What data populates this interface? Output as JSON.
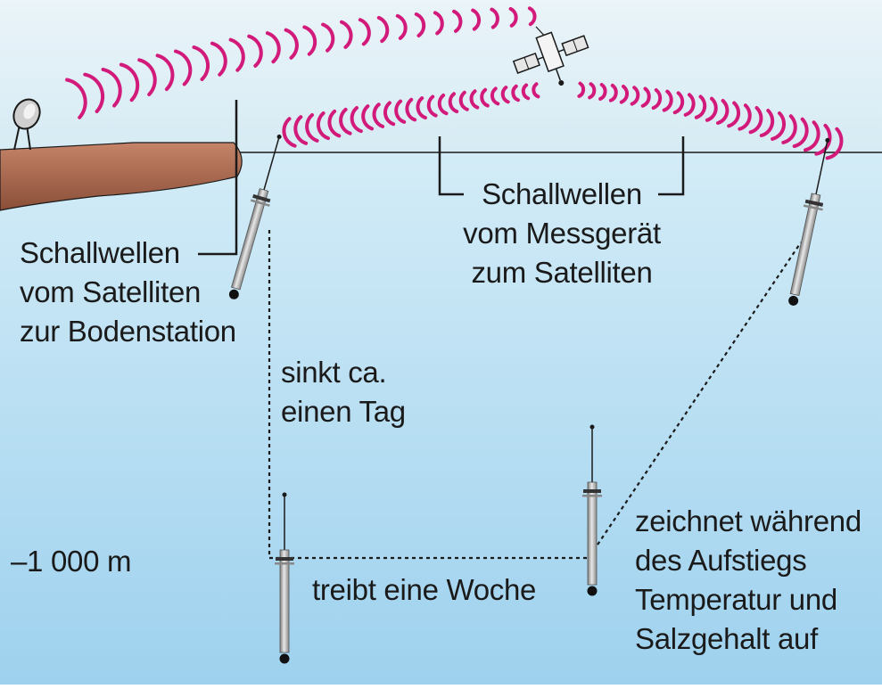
{
  "labels": {
    "ground_waves": [
      "Schallwellen",
      "vom Satelliten",
      "zur Bodenstation"
    ],
    "sat_waves": [
      "Schallwellen",
      "vom Messgerät",
      "zum Satelliten"
    ],
    "sinks": [
      "sinkt ca.",
      "einen Tag"
    ],
    "depth": "–1 000 m",
    "drifts": "treibt eine Woche",
    "records": [
      "zeichnet während",
      "des Aufstiegs",
      "Temperatur und",
      "Salzgehalt auf"
    ]
  },
  "colors": {
    "sky_top": "#ddeef6",
    "sea_top": "#cfe9f6",
    "sea_bottom": "#9fd2ee",
    "waves": "#d21a7a",
    "land": "#a8664a",
    "line": "#1a1a1a"
  },
  "icons": [
    "satellite-icon",
    "satellite-dish-icon",
    "float-icon"
  ]
}
